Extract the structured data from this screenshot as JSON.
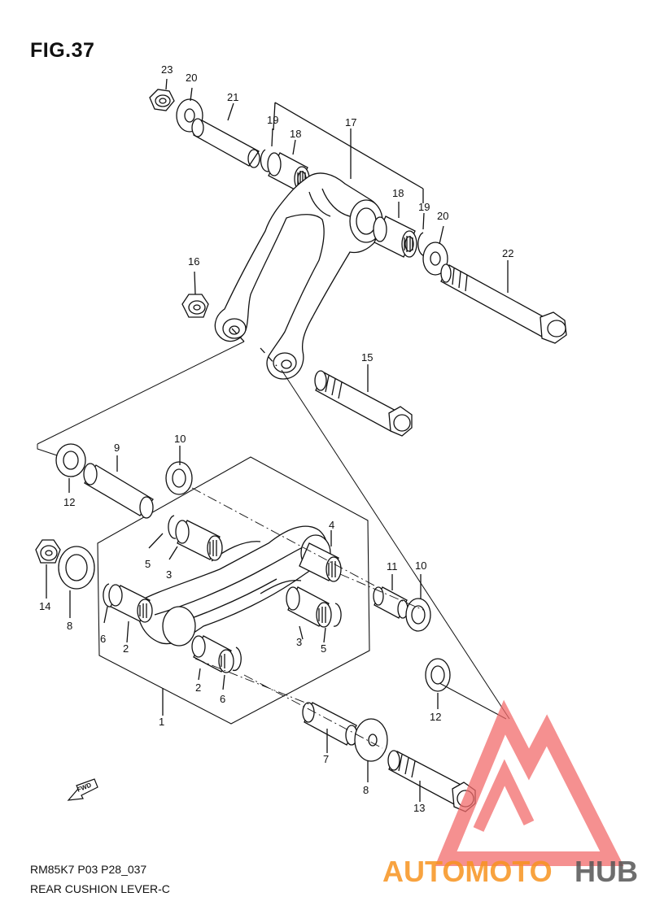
{
  "figure": {
    "title": "FIG.37"
  },
  "footer": {
    "line1": "RM85K7 P03 P28_037",
    "line2": "REAR CUSHION LEVER-C"
  },
  "callouts": [
    "23",
    "20",
    "21",
    "19",
    "18",
    "17",
    "18",
    "19",
    "20",
    "22",
    "16",
    "15",
    "9",
    "10",
    "12",
    "4",
    "5",
    "3",
    "14",
    "8",
    "11",
    "10",
    "6",
    "2",
    "3",
    "5",
    "2",
    "6",
    "1",
    "12",
    "7",
    "8",
    "13"
  ],
  "fwd_label": "FWD",
  "watermark": {
    "part1": "AUTOMOTO",
    "part2": "HUB",
    "color_main": "#f7931e",
    "color_accent": "#555555",
    "logo_color": "#f26b6b"
  }
}
